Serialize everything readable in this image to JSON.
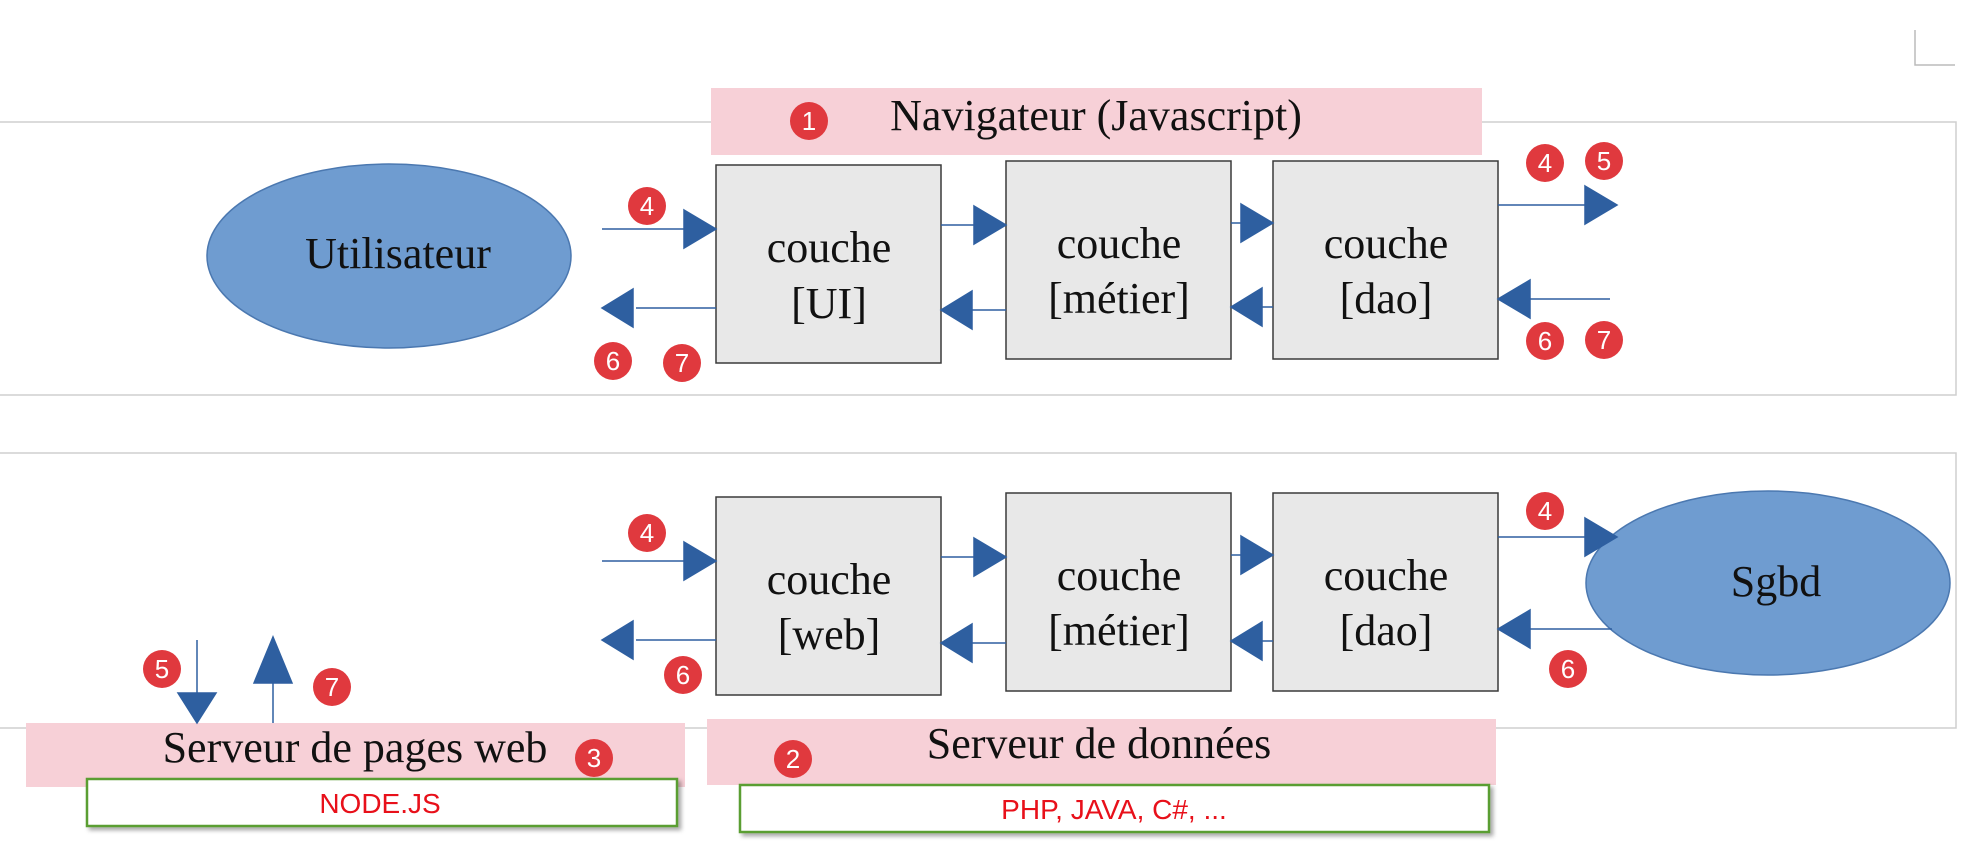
{
  "browser_label": "Navigateur (Javascript)",
  "web_server_label": "Serveur de pages web",
  "data_server_label": "Serveur de données",
  "web_server_tech": "NODE.JS",
  "data_server_tech": "PHP, JAVA, C#, ...",
  "user_label": "Utilisateur",
  "db_label": "Sgbd",
  "top_row": {
    "ui": [
      "couche",
      "[UI]"
    ],
    "metier": [
      "couche",
      "[métier]"
    ],
    "dao": [
      "couche",
      "[dao]"
    ]
  },
  "bottom_row": {
    "web": [
      "couche",
      "[web]"
    ],
    "metier": [
      "couche",
      "[métier]"
    ],
    "dao": [
      "couche",
      "[dao]"
    ]
  },
  "step_numbers": {
    "browser": "1",
    "data_server": "2",
    "web_server": "3",
    "top_in": "4",
    "top_out_a": "6",
    "top_out_b": "7",
    "top_right_a": "4",
    "top_right_b": "5",
    "top_right_c": "6",
    "top_right_d": "7",
    "bottom_in": "4",
    "bottom_out": "6",
    "bottom_right_in": "4",
    "bottom_right_out": "6",
    "ws_down": "5",
    "ws_up": "7"
  },
  "colors": {
    "pink_band": "#f7d0d7",
    "box_fill": "#e8e8e8",
    "ellipse_fill": "#6f9cd0",
    "arrow": "#2e5fa0",
    "badge": "#e0393e",
    "tech_border": "#5a9e32",
    "tech_text": "#e8101a"
  }
}
